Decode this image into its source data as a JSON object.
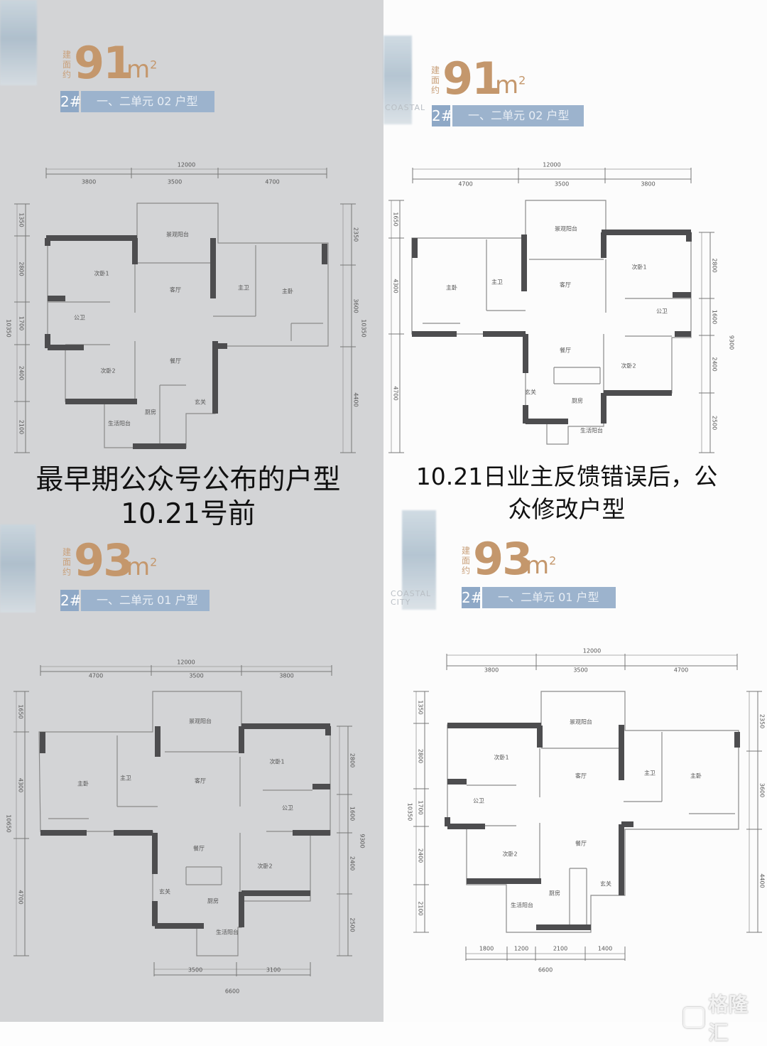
{
  "captions": {
    "before": [
      "最早期公众号公布的户型",
      "10.21号前"
    ],
    "after": [
      "10.21日业主反馈错误后，公",
      "众修改户型"
    ]
  },
  "logo_lettering": [
    "COASTAL",
    "CITY"
  ],
  "watermark": "格隆汇",
  "colors": {
    "area_number": "#c4976c",
    "type_bar": "#9cb3cd",
    "wall": "#4d4d4f",
    "left_background": "#d3d4d6",
    "right_background": "#fcfcfc"
  },
  "plans": [
    {
      "version": "before",
      "prefix": "建面约",
      "area": "91",
      "unit": "m",
      "unit_sup": "2",
      "tag": "2#",
      "unit_type": "一、二单元 02 户型",
      "rooms": {
        "balcony": "景观阳台",
        "bed1": "次卧1",
        "bed2": "次卧2",
        "living": "客厅",
        "dining": "餐厅",
        "master": "主卧",
        "master_bath": "主卫",
        "public_bath": "公卫",
        "kitchen": "厨房",
        "entry": "玄关",
        "service_balcony": "生活阳台"
      },
      "dims": {
        "top_total": "12000",
        "top": [
          "3800",
          "3500",
          "4700"
        ],
        "left": [
          "1350",
          "2800",
          "1700",
          "2400",
          "2100"
        ],
        "left_total": "10350",
        "right": [
          "2350",
          "3600",
          "4400"
        ],
        "right_total": "10350"
      }
    },
    {
      "version": "after",
      "prefix": "建面约",
      "area": "91",
      "unit": "m",
      "unit_sup": "2",
      "tag": "2#",
      "unit_type": "一、二单元 02 户型",
      "rooms": {
        "balcony": "景观阳台",
        "bed1": "次卧1",
        "bed2": "次卧2",
        "living": "客厅",
        "dining": "餐厅",
        "master": "主卧",
        "master_bath": "主卫",
        "public_bath": "公卫",
        "kitchen": "厨房",
        "entry": "玄关",
        "service_balcony": "生活阳台"
      },
      "dims": {
        "top_total": "12000",
        "top": [
          "4700",
          "3500",
          "3800"
        ],
        "left": [
          "1650",
          "4300",
          "4700"
        ],
        "right": [
          "2800",
          "1600",
          "2400",
          "2500"
        ],
        "right_total": "9300"
      }
    },
    {
      "version": "before",
      "prefix": "建面约",
      "area": "93",
      "unit": "m",
      "unit_sup": "2",
      "tag": "2#",
      "unit_type": "一、二单元 01 户型",
      "rooms": {
        "balcony": "景观阳台",
        "bed1": "次卧1",
        "bed2": "次卧2",
        "living": "客厅",
        "dining": "餐厅",
        "master": "主卧",
        "master_bath": "主卫",
        "public_bath": "公卫",
        "kitchen": "厨房",
        "entry": "玄关",
        "service_balcony": "生活阳台"
      },
      "dims": {
        "top_total": "12000",
        "top": [
          "4700",
          "3500",
          "3800"
        ],
        "left": [
          "1650",
          "4300",
          "4700"
        ],
        "left_total": "10650",
        "right": [
          "2800",
          "1600",
          "2400",
          "2500"
        ],
        "right_total": "9300",
        "bottom": [
          "3500",
          "3100"
        ],
        "bottom_total": "6600"
      }
    },
    {
      "version": "after",
      "prefix": "建面约",
      "area": "93",
      "unit": "m",
      "unit_sup": "2",
      "tag": "2#",
      "unit_type": "一、二单元 01 户型",
      "rooms": {
        "balcony": "景观阳台",
        "bed1": "次卧1",
        "bed2": "次卧2",
        "living": "客厅",
        "dining": "餐厅",
        "master": "主卧",
        "master_bath": "主卫",
        "public_bath": "公卫",
        "kitchen": "厨房",
        "entry": "玄关",
        "service_balcony": "生活阳台"
      },
      "dims": {
        "top_total": "12000",
        "top": [
          "3800",
          "3500",
          "4700"
        ],
        "left": [
          "1350",
          "2800",
          "1700",
          "2400",
          "2100"
        ],
        "left_total": "10350",
        "right": [
          "2350",
          "3600",
          "4400"
        ],
        "bottom": [
          "1800",
          "1200",
          "2100",
          "1400"
        ],
        "bottom_total": "6600"
      }
    }
  ]
}
